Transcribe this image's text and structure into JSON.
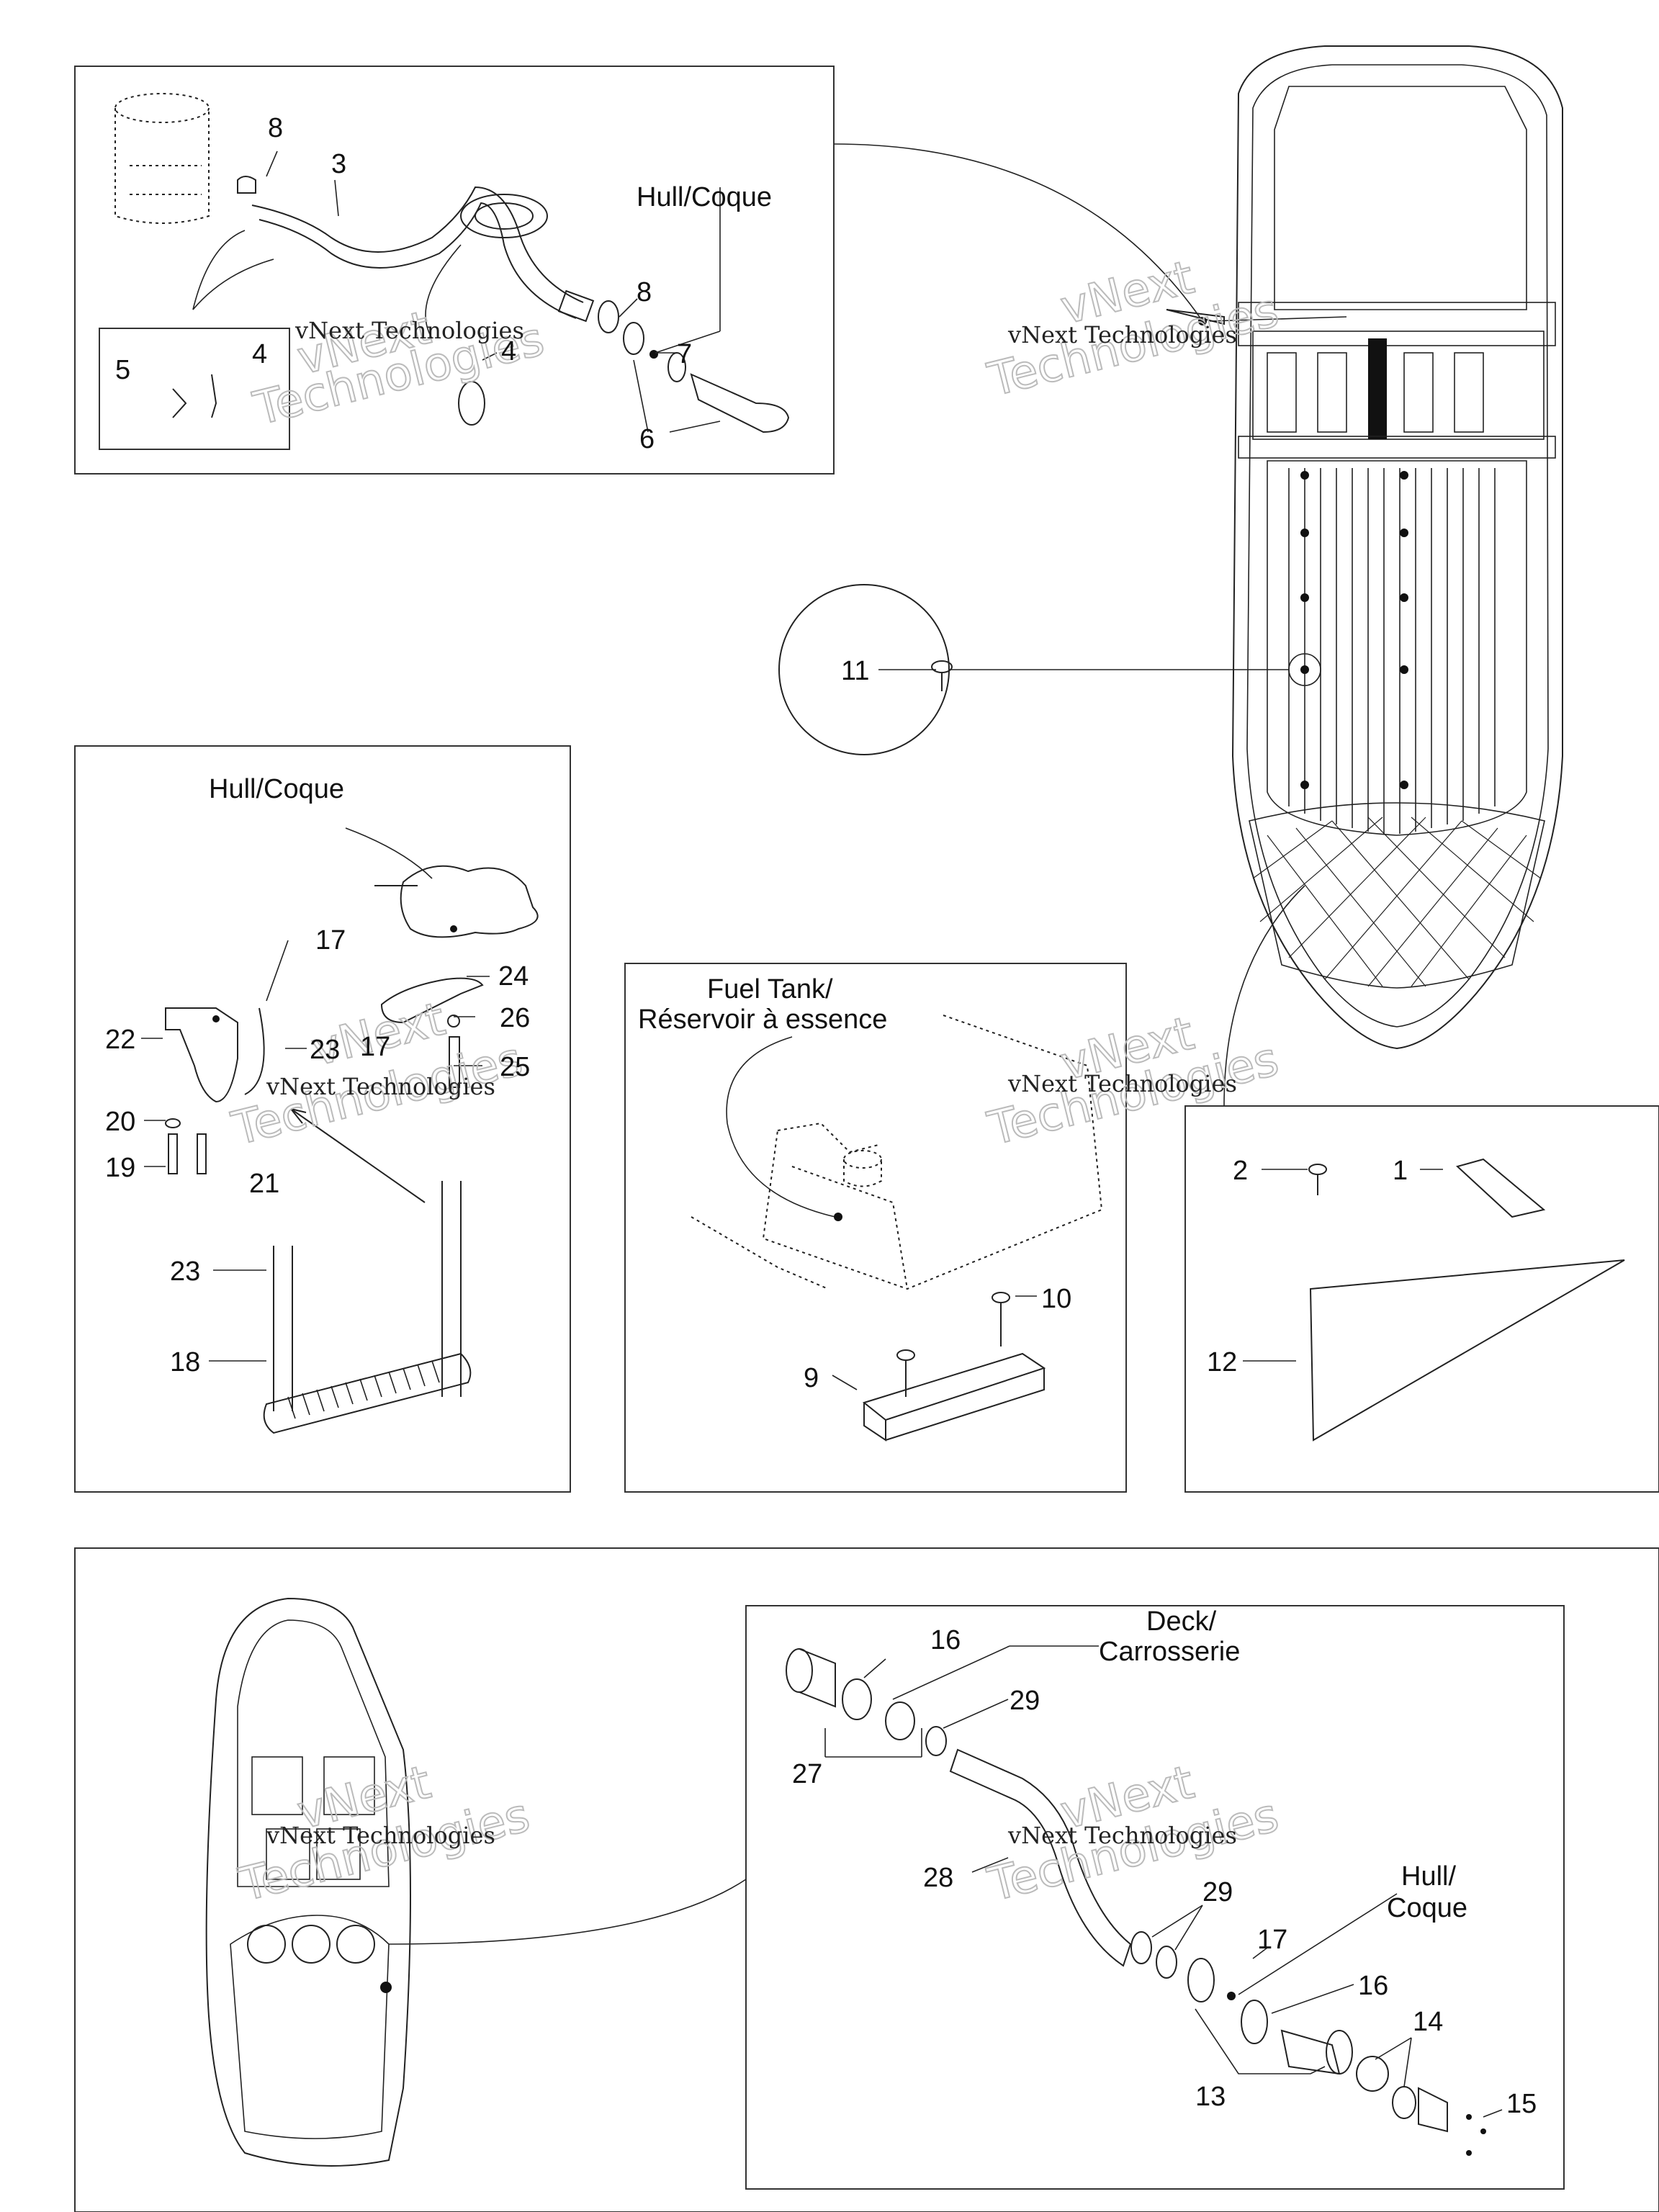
{
  "watermark": {
    "line1": "vNext",
    "line2": "Technologies",
    "inline": "vNext Technologies"
  },
  "names": {
    "hull_top": "Hull/Coque",
    "hull_left": "Hull/Coque",
    "fuel_tank_1": "Fuel Tank/",
    "fuel_tank_2": "Réservoir à essence",
    "deck_1": "Deck/",
    "deck_2": "Carrosserie",
    "hull_bottom_1": "Hull/",
    "hull_bottom_2": "Coque"
  },
  "callouts": {
    "p1": "1",
    "p2": "2",
    "p3": "3",
    "p4a": "4",
    "p4b": "4",
    "p5": "5",
    "p6": "6",
    "p7": "7",
    "p8a": "8",
    "p8b": "8",
    "p9": "9",
    "p10": "10",
    "p11": "11",
    "p12": "12",
    "p13": "13",
    "p14": "14",
    "p15": "15",
    "p16a": "16",
    "p16b": "16",
    "p17a": "17",
    "p17b": "17",
    "p17c": "17",
    "p18": "18",
    "p19": "19",
    "p20": "20",
    "p21": "21",
    "p22": "22",
    "p23a": "23",
    "p23b": "23",
    "p24": "24",
    "p25": "25",
    "p26": "26",
    "p27": "27",
    "p28": "28",
    "p29a": "29",
    "p29b": "29"
  }
}
